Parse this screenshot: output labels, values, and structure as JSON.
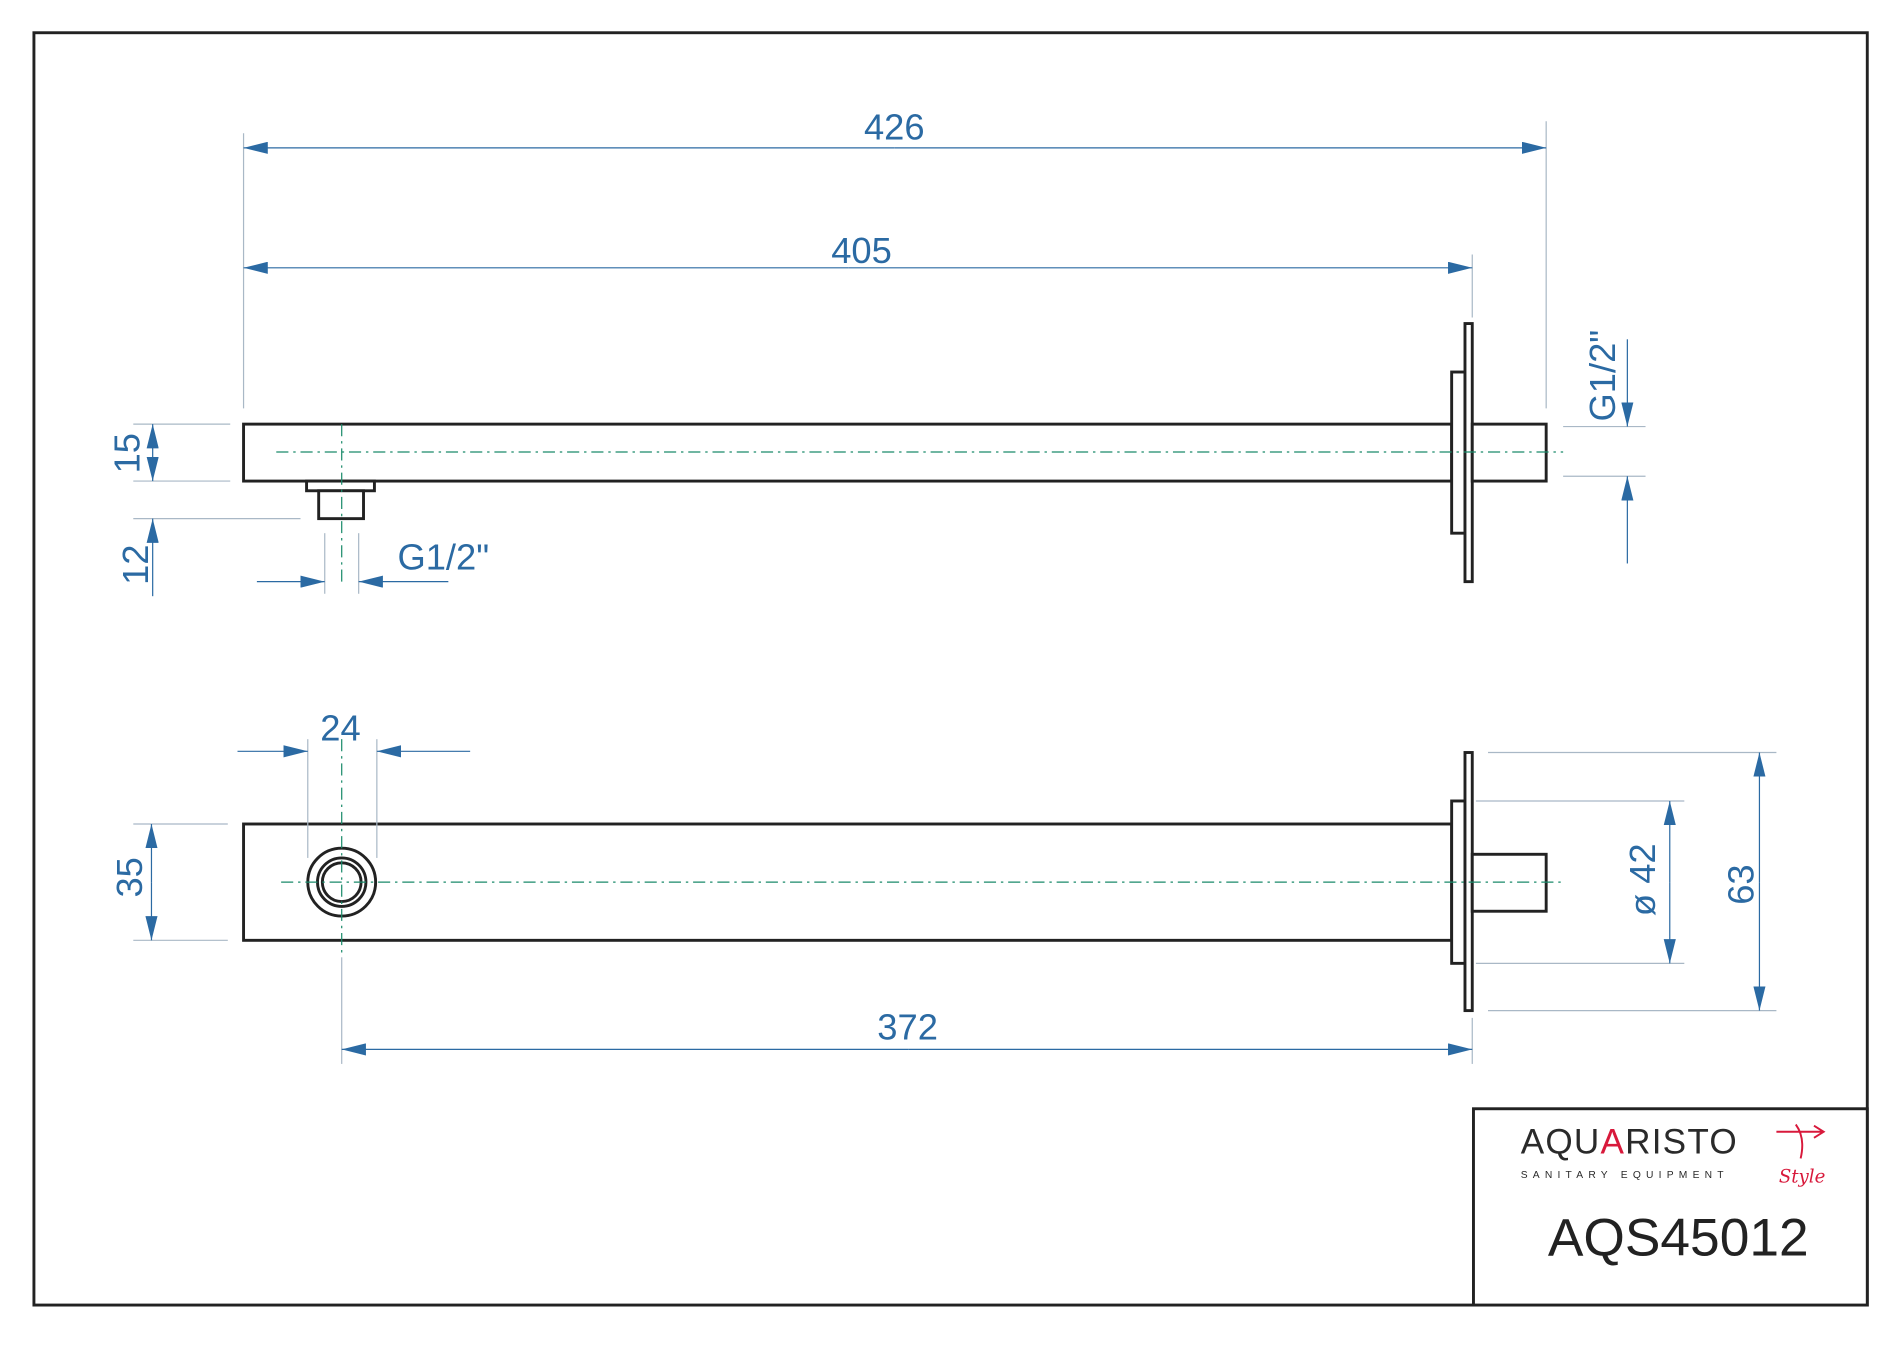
{
  "drawing": {
    "top_view": {
      "overall_length": "426",
      "arm_length": "405",
      "arm_height": "15",
      "outlet_height": "12",
      "outlet_thread": "G1/2\"",
      "inlet_thread": "G1/2\""
    },
    "bottom_view": {
      "outlet_width": "24",
      "arm_width": "35",
      "outlet_to_wall": "372",
      "inner_flange_diameter": "ø 42",
      "flange_size": "63"
    },
    "colors": {
      "dimension": "#2b6aa3",
      "centerline": "#1a8a6a",
      "brand_red": "#d8193b"
    }
  },
  "title_block": {
    "logo_main_left": "AQU",
    "logo_main_accent": "A",
    "logo_main_right": "RISTO",
    "logo_sub": "SANITARY EQUIPMENT",
    "logo_script": "Style",
    "model_code": "AQS45012"
  }
}
